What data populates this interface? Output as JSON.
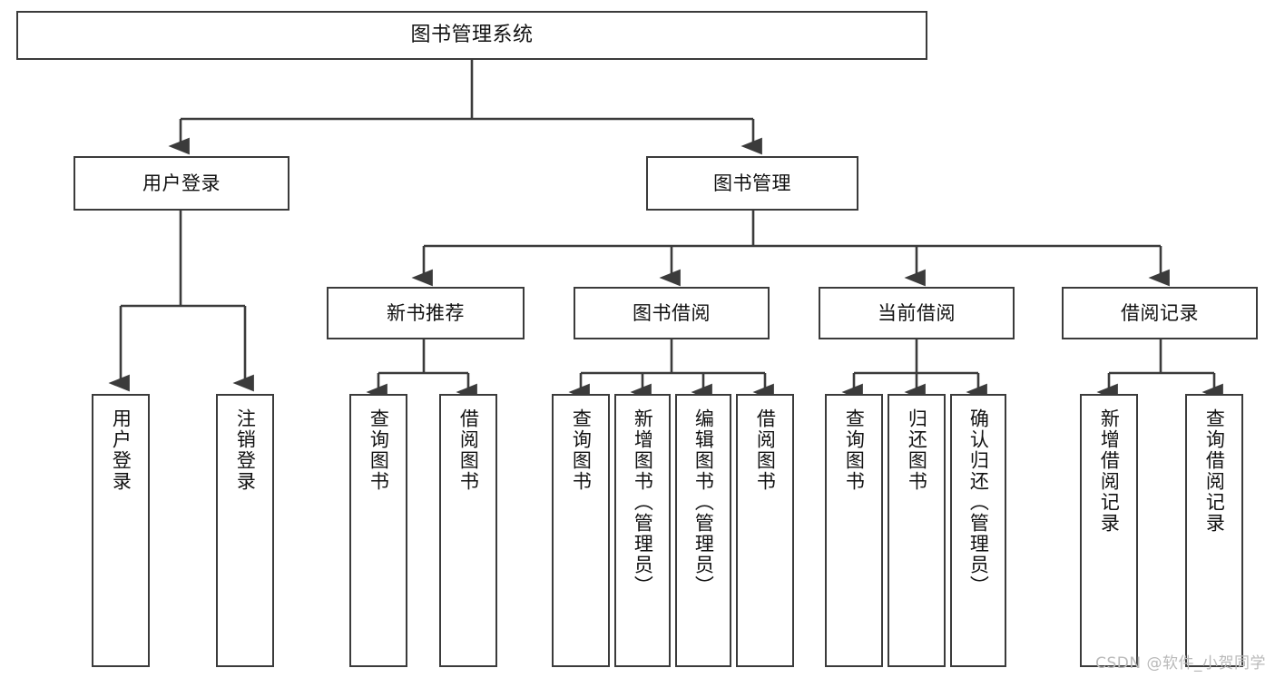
{
  "diagram": {
    "type": "tree-hierarchy",
    "title": "图书管理系统",
    "orientation": "top-down",
    "watermark": "CSDN @软件_小贺同学",
    "colors": {
      "background": "#ffffff",
      "box_border": "#3b3b3b",
      "connector": "#3b3b3b",
      "text": "#111111",
      "watermark": "#b9b9b9"
    },
    "nodes": {
      "root": {
        "label": "图书管理系统"
      },
      "level1": [
        {
          "label": "用户登录"
        },
        {
          "label": "图书管理"
        }
      ],
      "level2": [
        {
          "label": "新书推荐"
        },
        {
          "label": "图书借阅"
        },
        {
          "label": "当前借阅"
        },
        {
          "label": "借阅记录"
        }
      ],
      "leaves": {
        "user_login": [
          {
            "label": "用户登录"
          },
          {
            "label": "注销登录"
          }
        ],
        "new_book": [
          {
            "label": "查询图书"
          },
          {
            "label": "借阅图书"
          }
        ],
        "book_borrow": [
          {
            "label": "查询图书"
          },
          {
            "label": "新增图书（管理员）"
          },
          {
            "label": "编辑图书（管理员）"
          },
          {
            "label": "借阅图书"
          }
        ],
        "current_borrow": [
          {
            "label": "查询图书"
          },
          {
            "label": "归还图书"
          },
          {
            "label": "确认归还（管理员）"
          }
        ],
        "borrow_record": [
          {
            "label": "新增借阅记录"
          },
          {
            "label": "查询借阅记录"
          }
        ]
      }
    }
  }
}
